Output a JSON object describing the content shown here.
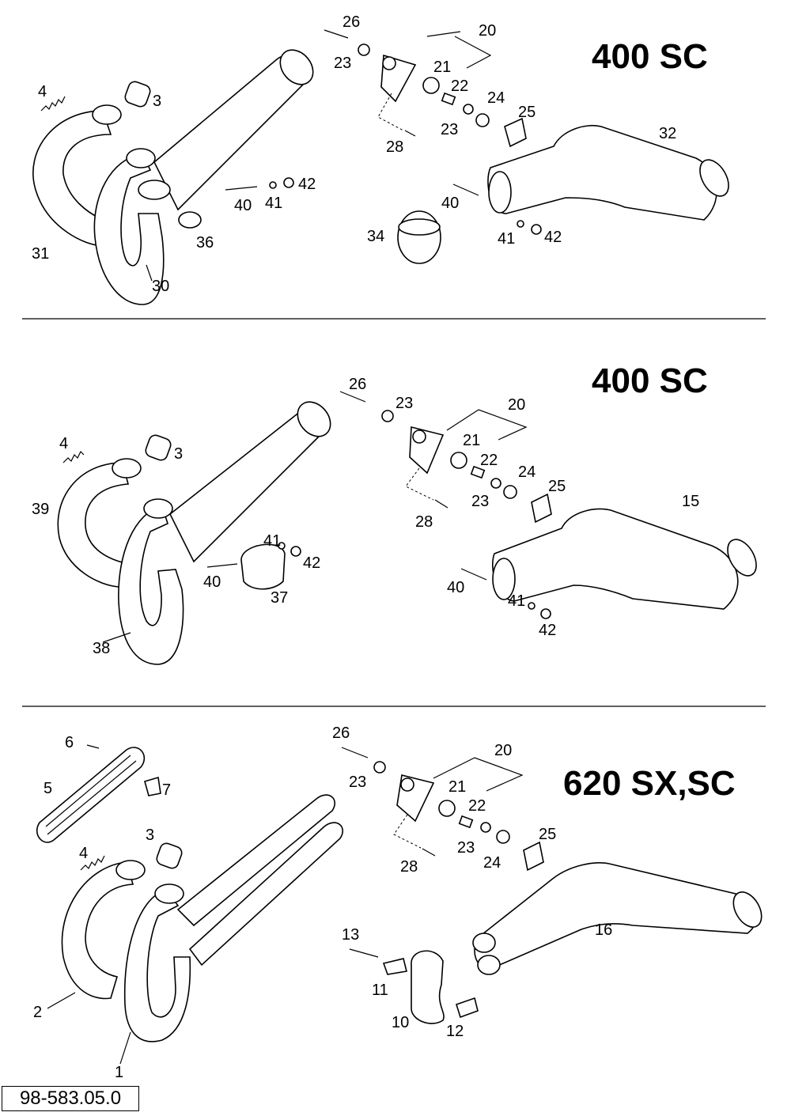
{
  "drawing_code": "98-583.05.0",
  "sections": [
    {
      "title": "400 SC",
      "labels": [
        "26",
        "20",
        "23",
        "21",
        "22",
        "24",
        "25",
        "4",
        "3",
        "23",
        "28",
        "32",
        "40",
        "41",
        "42",
        "40",
        "31",
        "36",
        "34",
        "41",
        "42",
        "30"
      ]
    },
    {
      "title": "400 SC",
      "labels": [
        "26",
        "23",
        "20",
        "21",
        "22",
        "24",
        "25",
        "4",
        "3",
        "15",
        "39",
        "28",
        "23",
        "41",
        "42",
        "40",
        "40",
        "37",
        "41",
        "42",
        "38"
      ]
    },
    {
      "title": "620 SX,SC",
      "labels": [
        "26",
        "20",
        "6",
        "23",
        "21",
        "22",
        "5",
        "7",
        "25",
        "3",
        "4",
        "28",
        "23",
        "24",
        "16",
        "13",
        "11",
        "2",
        "10",
        "12",
        "1"
      ]
    }
  ]
}
